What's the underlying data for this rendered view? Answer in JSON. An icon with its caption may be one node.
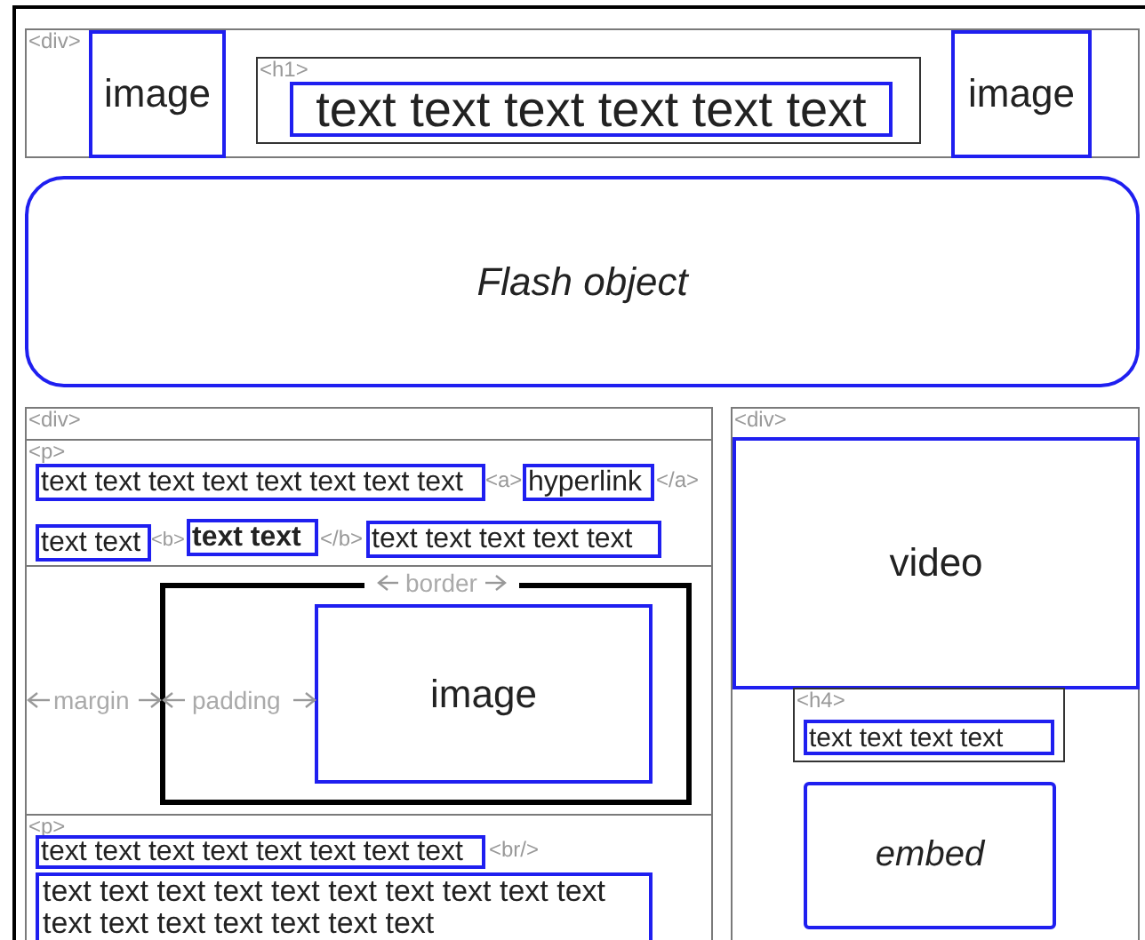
{
  "diagram": {
    "nodes": [
      {
        "text": [
          "<div>"
        ]
      },
      {
        "text": [
          "image"
        ],
        "in": 0
      },
      {
        "text": [
          "<h1>"
        ],
        "in": 0
      },
      {
        "text": [
          "text text text text text text"
        ],
        "in": 2
      },
      {
        "text": [
          "image"
        ],
        "in": 0
      },
      {
        "text": [
          "Flash object"
        ]
      },
      {
        "text": [
          "<div>"
        ]
      },
      {
        "text": [
          "<p>"
        ],
        "in": 6
      },
      {
        "text": [
          "text text text text text text text text"
        ],
        "in": 7
      },
      {
        "text": [
          "hyperlink"
        ],
        "in": 7
      },
      {
        "text": [
          "text text"
        ],
        "in": 7
      },
      {
        "text": [
          "text text"
        ],
        "in": 7
      },
      {
        "text": [
          "text text text text text"
        ],
        "in": 7
      },
      {
        "text": [],
        "shape": "box",
        "in": 6
      },
      {
        "text": [
          "image"
        ],
        "in": 13
      },
      {
        "text": [
          "<p>"
        ],
        "in": 6
      },
      {
        "text": [
          "text text text text text text text text"
        ],
        "in": 15
      },
      {
        "text": [
          "text text text text text text text text text text text text text text text text text"
        ],
        "in": 15
      },
      {
        "text": [
          "<div>"
        ]
      },
      {
        "text": [
          "video"
        ],
        "in": 18
      },
      {
        "text": [
          "<h4>"
        ],
        "in": 18
      },
      {
        "text": [
          "text text text text"
        ],
        "in": 20
      },
      {
        "text": [
          "embed"
        ],
        "in": 18
      }
    ],
    "edges": [],
    "labels": [
      "<a>",
      "</a>",
      "<b>",
      "</b>",
      "border",
      "margin",
      "padding",
      "<br/>"
    ]
  }
}
